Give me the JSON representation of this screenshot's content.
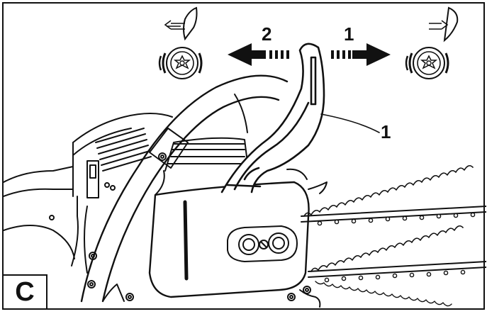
{
  "figure": {
    "panel_letter": "C",
    "arrow_labels": [
      "2",
      "1"
    ],
    "callout_label": "1"
  },
  "colors": {
    "ink": "#111111",
    "paper": "#ffffff"
  },
  "icons": [
    "chain-brake-disengaged-icon",
    "chain-brake-engaged-icon",
    "sprocket-icon"
  ]
}
